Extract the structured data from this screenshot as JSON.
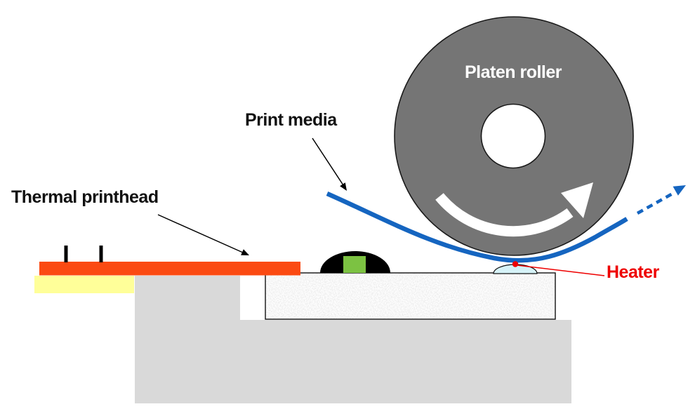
{
  "diagram": {
    "labels": {
      "platen_roller": "Platen roller",
      "print_media": "Print media",
      "thermal_printhead": "Thermal printhead",
      "heater": "Heater"
    },
    "colors": {
      "roller_gray": "#757575",
      "outline_black": "#1a1a1a",
      "media_blue": "#1565c0",
      "printhead_orange": "#fb4a12",
      "substrate_yellow": "#ffff99",
      "base_gray": "#d9d9d9",
      "heater_cyan": "#d6f3f8",
      "heater_label_red": "#ee0000",
      "chip_green": "#7cc242",
      "dome_black": "#000000",
      "rotation_arrow_white": "#ffffff"
    }
  }
}
